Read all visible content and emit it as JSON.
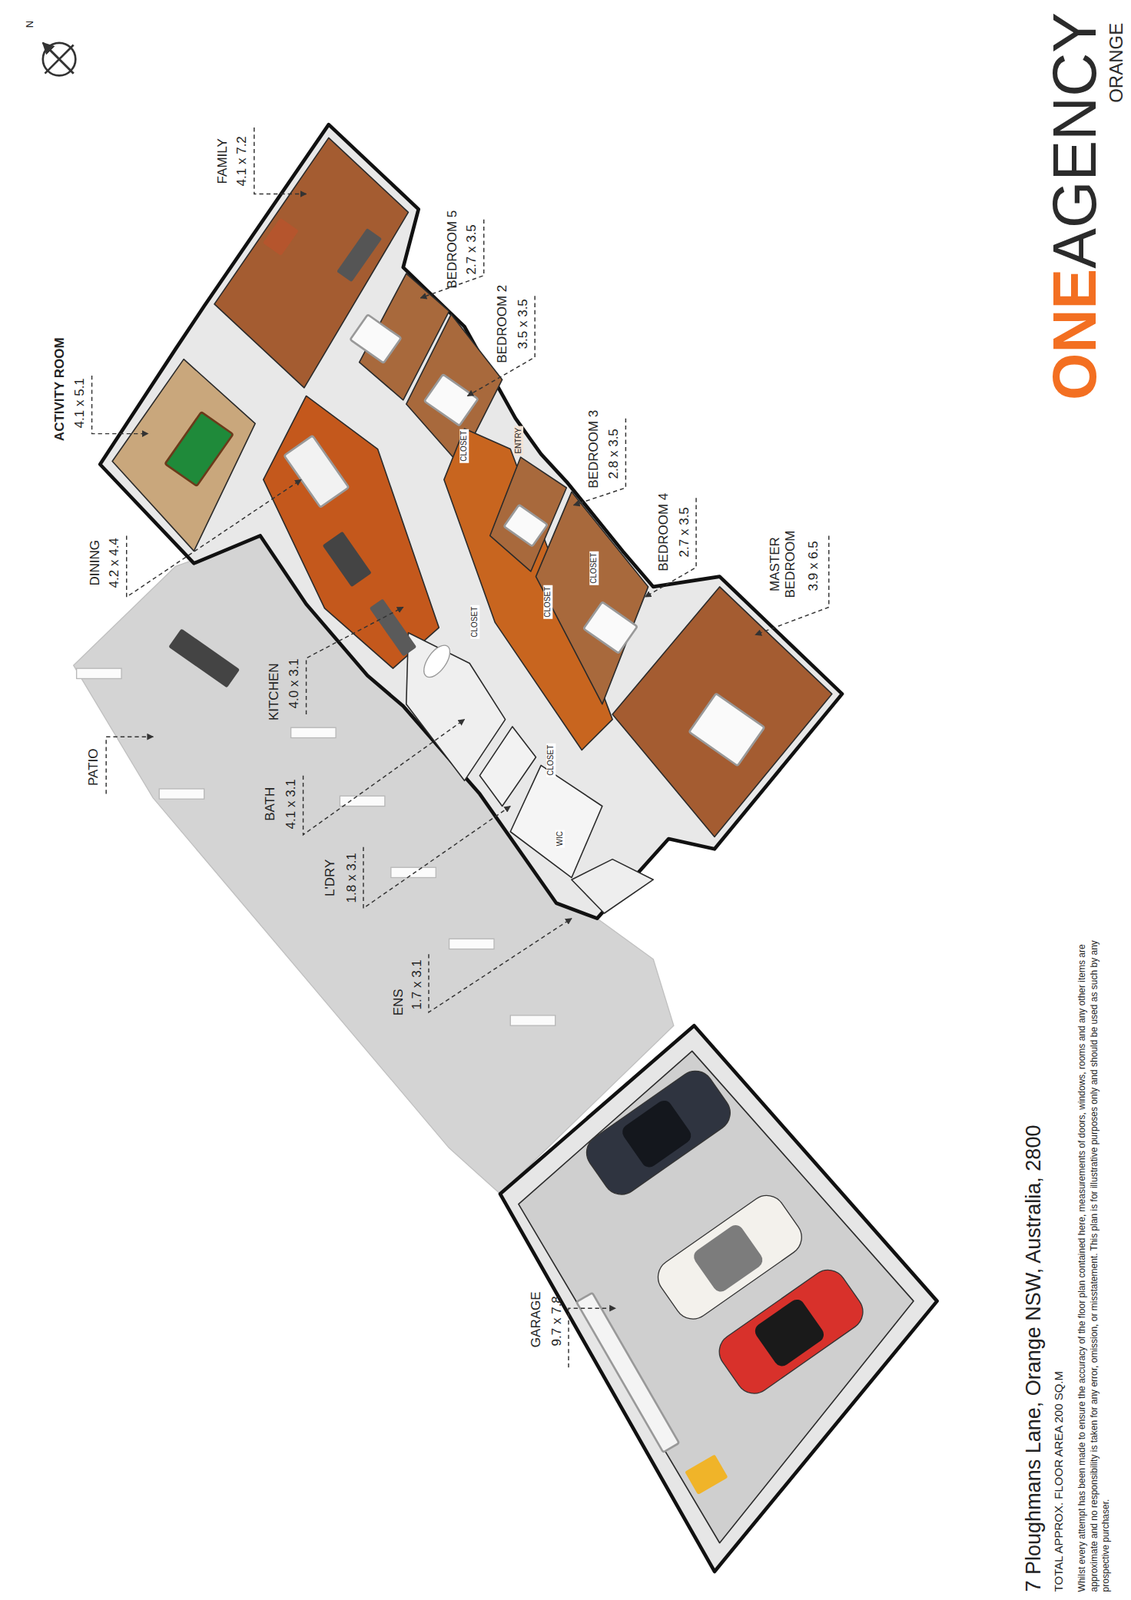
{
  "diagram": {
    "title": "7 Ploughmans Lane, Orange NSW, Australia, 2800",
    "labels": [
      "N",
      "ONE",
      "AGENCY",
      "ORANGE",
      "FAMILY",
      "4.1 x 7.2",
      "ACTIVITY ROOM",
      "4.1 x 5.1",
      "BEDROOM 5",
      "2.7 x 3.5",
      "BEDROOM 2",
      "3.5 x 3.5",
      "CLOSET",
      "ENTRY",
      "BEDROOM 3",
      "2.8 x 3.5",
      "BEDROOM 4",
      "2.7 x 3.5",
      "MASTER BEDROOM",
      "3.9 x 6.5",
      "DINING",
      "4.2 x 4.4",
      "CLOSET",
      "CLOSET",
      "CLOSET",
      "KITCHEN",
      "4.0 x 3.1",
      "PATIO",
      "BATH",
      "4.1 x 3.1",
      "CLOSET",
      "WIC",
      "L'DRY",
      "1.8 x 3.1",
      "ENS",
      "1.7 x 3.1",
      "GARAGE",
      "9.7 x 7.8",
      "TOTAL APPROX. FLOOR AREA 200 SQ.M",
      "Whilst every attempt has been made to ensure the accuracy of the floor plan contained here, measurements of doors, windows, rooms and any other items are approximate and no responsibility is taken for any error, omission, or misstatement. This plan is for illustrative purposes only and should be used as such by any prospective purchaser."
    ]
  }
}
